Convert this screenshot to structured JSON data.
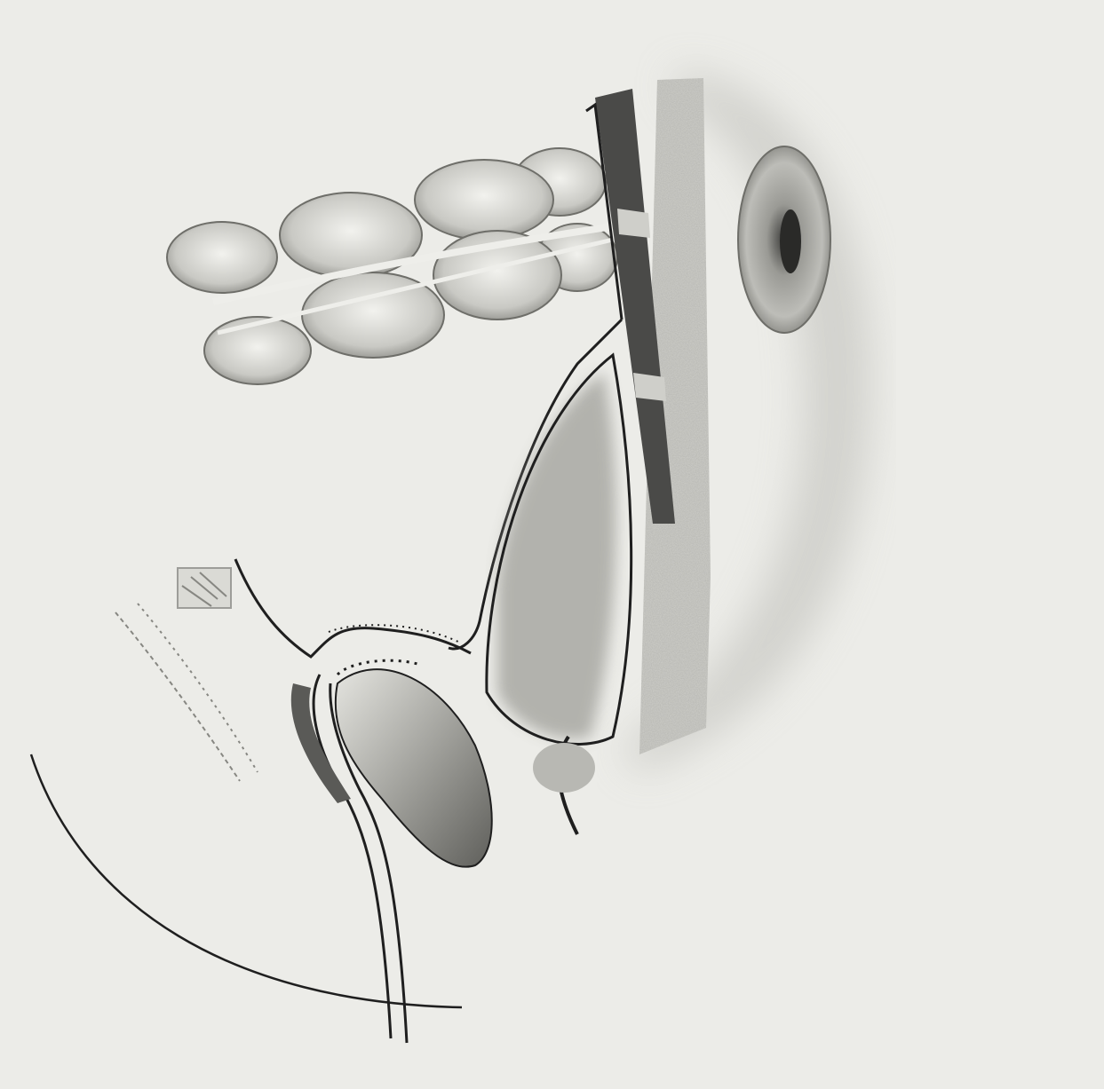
{
  "illustration": {
    "colors": {
      "background": "#ecece8",
      "ink": "#1f1f1f",
      "shade": "#8a8a86",
      "light_shade": "#cfcfca",
      "dark_band": "#4a4a48"
    },
    "parts": [
      "bowel-loops",
      "abdominal-wall",
      "umbilicus",
      "bladder",
      "uterus",
      "vagina",
      "rectum",
      "spine",
      "pelvic-floor-arc"
    ]
  }
}
